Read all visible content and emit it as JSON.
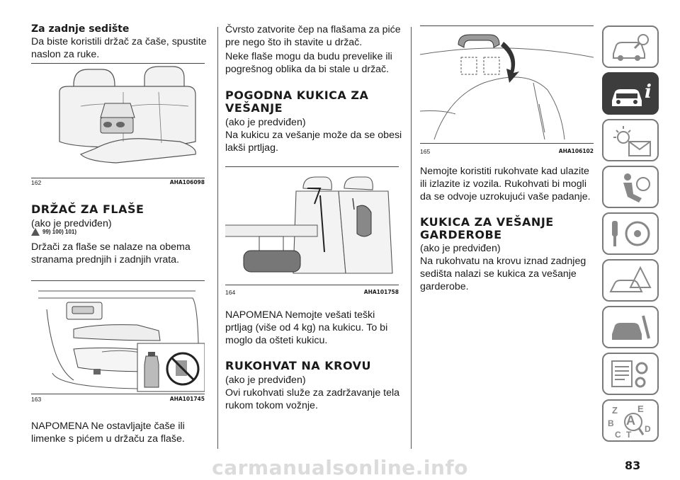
{
  "page_number": "83",
  "watermark": "carmanualsonline.info",
  "col1": {
    "heading_rear_seat": "Za zadnje sedište",
    "rear_seat_text": "Da biste koristili držač za čaše, spustite naslon za ruke.",
    "fig162": {
      "num": "162",
      "code": "AHA106098"
    },
    "heading_bottle": "DRŽAČ ZA FLAŠE",
    "bottle_optional": "(ako je predviđen)",
    "warning_refs": "99)  100)  101)",
    "bottle_text": "Držači za flaše se nalaze na obema stranama prednjih i zadnjih vrata.",
    "fig163": {
      "num": "163",
      "code": "AHA101745"
    },
    "note_cups": "NAPOMENA Ne ostavljajte čaše ili limenke s pićem u držaču za flaše."
  },
  "col2": {
    "cap_text": "Čvrsto zatvorite čep na flašama za piće pre nego što ih stavite u držač.",
    "bottles_shape_text": "Neke flaše mogu da budu prevelike ili pogrešnog oblika da bi stale u držač.",
    "heading_hook": "POGODNA KUKICA ZA VEŠANJE",
    "hook_optional": "(ako je predviđen)",
    "hook_text": "Na kukicu za vešanje može da se obesi lakši prtljag.",
    "fig164": {
      "num": "164",
      "code": "AHA101758"
    },
    "note_heavy": "NAPOMENA Nemojte vešati teški prtljag (više od 4 kg) na kukicu. To bi moglo da ošteti kukicu.",
    "heading_handle": "RUKOHVAT NA KROVU",
    "handle_optional": "(ako je predviđen)",
    "handle_text": "Ovi rukohvati služe za zadržavanje tela rukom tokom vožnje."
  },
  "col3": {
    "fig165": {
      "num": "165",
      "code": "AHA106102"
    },
    "handles_warning": "Nemojte koristiti rukohvate kad ulazite ili izlazite iz vozila. Rukohvati bi mogli da se odvoje uzrokujući vaše padanje.",
    "heading_garment": "KUKICA ZA VEŠANJE GARDEROBE",
    "garment_optional": "(ako je predviđen)",
    "garment_text": "Na rukohvatu na krovu iznad zadnjeg sedišta nalazi se kukica za vešanje garderobe."
  },
  "sidebar_tabs": [
    {
      "icon": "car-search-icon",
      "active": false
    },
    {
      "icon": "car-info-icon",
      "active": true
    },
    {
      "icon": "warning-lights-icon",
      "active": false
    },
    {
      "icon": "airbag-seat-icon",
      "active": false
    },
    {
      "icon": "key-steering-wheel-icon",
      "active": false
    },
    {
      "icon": "warning-triangle-car-icon",
      "active": false
    },
    {
      "icon": "car-wrench-icon",
      "active": false
    },
    {
      "icon": "technical-data-icon",
      "active": false
    },
    {
      "icon": "index-letters-icon",
      "active": false
    }
  ],
  "index_letters": [
    "Z",
    "E",
    "B",
    "A",
    "C",
    "T",
    "D"
  ]
}
